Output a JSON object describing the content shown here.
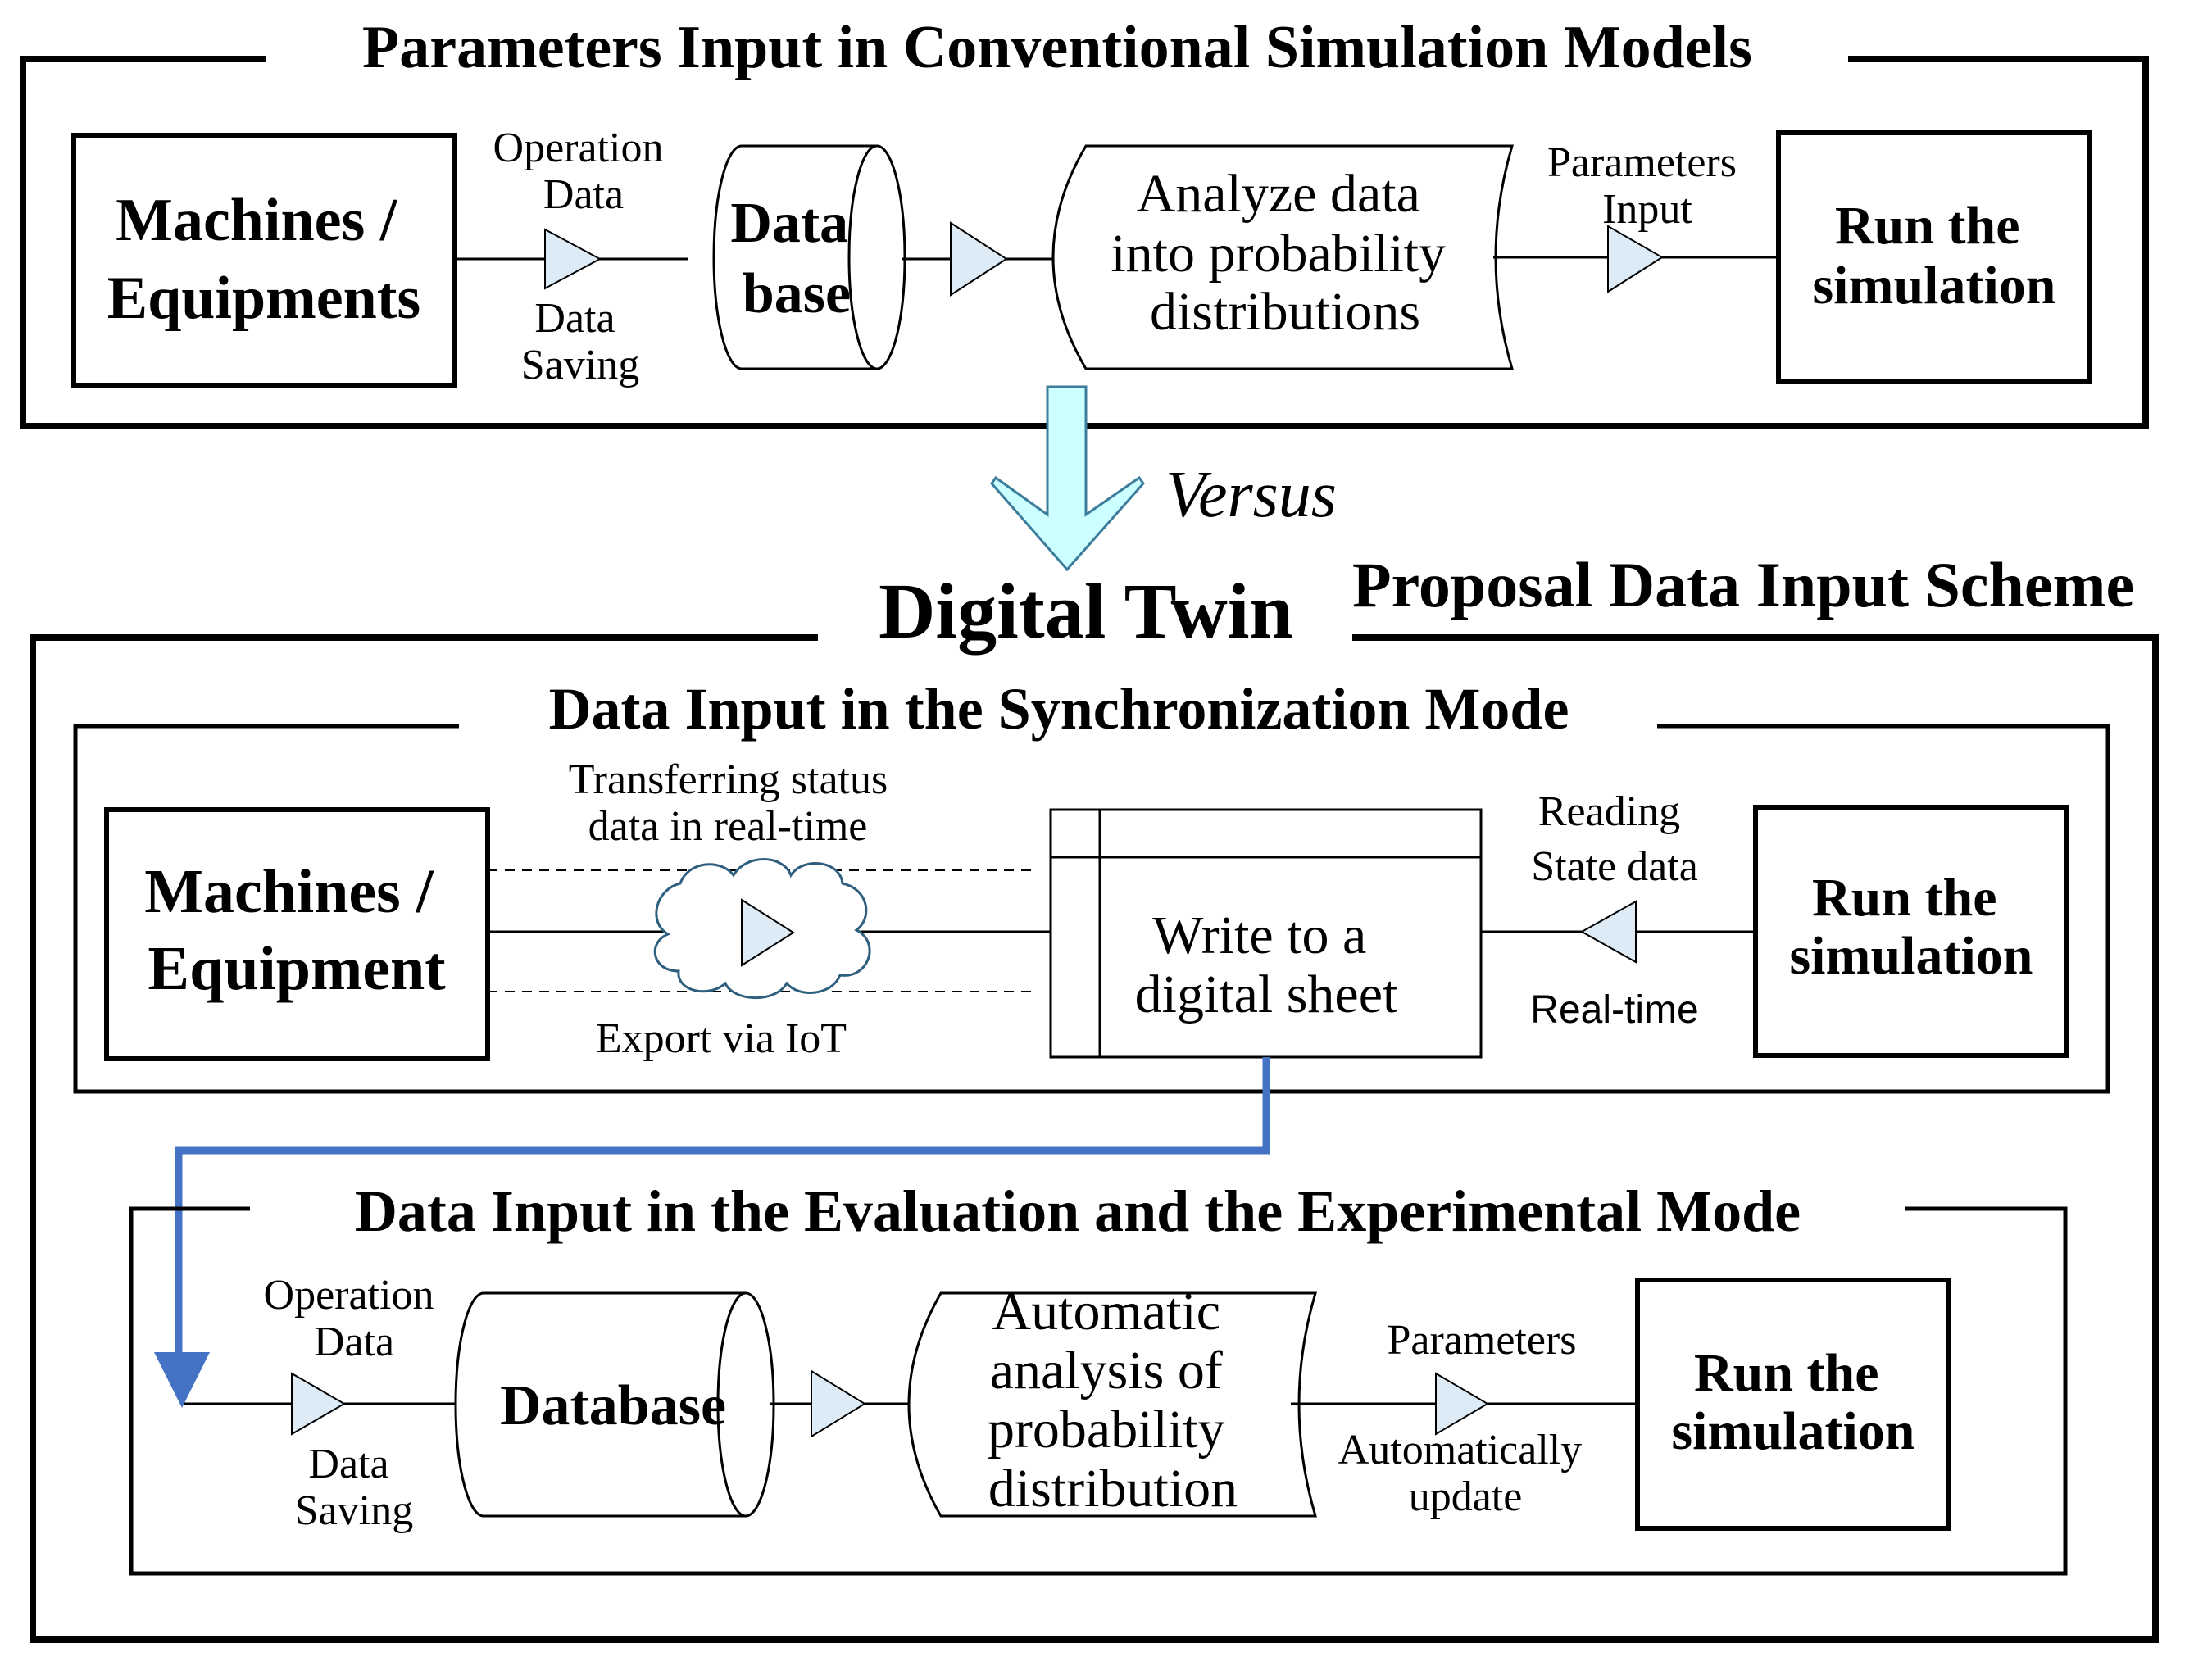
{
  "colors": {
    "stroke": "#000000",
    "flow_arrow": "#4472C4",
    "versus_arrow_fill": "#CCFFFF",
    "versus_arrow_stroke": "#3C7C9C",
    "cloud_stroke": "#2F5F7F"
  },
  "conventional": {
    "title": "Parameters Input in Conventional Simulation Models",
    "machines": [
      "Machines /",
      "Equipments"
    ],
    "operation_data": [
      "Operation",
      "Data"
    ],
    "data_saving": [
      "Data",
      "Saving"
    ],
    "database": [
      "Data",
      "base"
    ],
    "analyze": [
      "Analyze data",
      "into probability",
      "distributions"
    ],
    "parameters_input": [
      "Parameters",
      "Input"
    ],
    "run": [
      "Run the",
      "simulation"
    ]
  },
  "versus": "Versus",
  "digital_twin": "Digital Twin",
  "proposal": "Proposal Data Input Scheme",
  "sync": {
    "title": "Data Input in the Synchronization Mode",
    "machines": [
      "Machines /",
      "Equipment"
    ],
    "transferring": [
      "Transferring status",
      "data in real-time"
    ],
    "export": "Export via IoT",
    "sheet": [
      "Write to a",
      "digital sheet"
    ],
    "reading": [
      "Reading",
      "State data"
    ],
    "realtime": "Real-time",
    "run": [
      "Run the",
      "simulation"
    ]
  },
  "eval": {
    "title": "Data Input in the Evaluation and the Experimental Mode",
    "operation_data": [
      "Operation",
      "Data"
    ],
    "data_saving": [
      "Data",
      "Saving"
    ],
    "database": "Database",
    "auto_analysis": [
      "Automatic",
      "analysis of",
      "probability",
      "distribution"
    ],
    "parameters": "Parameters",
    "auto_update": [
      "Automatically",
      "update"
    ],
    "run": [
      "Run the",
      "simulation"
    ]
  }
}
